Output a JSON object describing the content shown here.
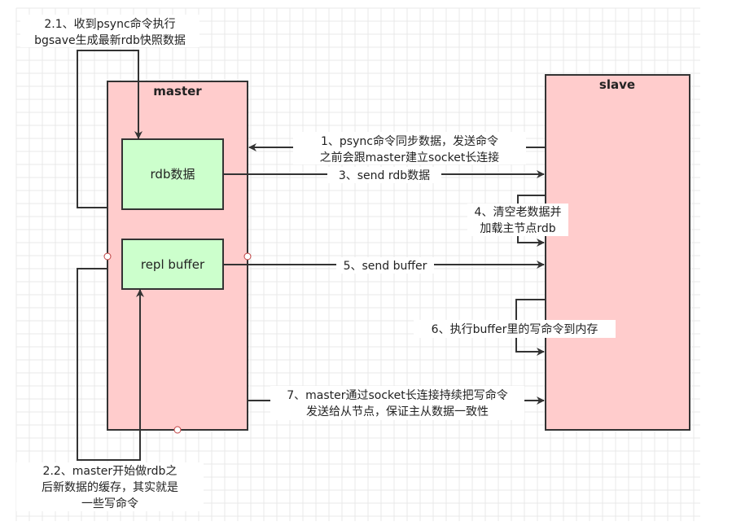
{
  "colors": {
    "background": "#ffffff",
    "grid": "#e8e8e8",
    "node_fill": "#ffcccc",
    "inner_fill": "#ccffcc",
    "stroke": "#333333"
  },
  "master": {
    "title": "master"
  },
  "slave": {
    "title": "slave"
  },
  "rdb_box": {
    "label": "rdb数据"
  },
  "repl_buffer_box": {
    "label": "repl buffer"
  },
  "steps": {
    "step1": [
      "1、psync命令同步数据，发送命令",
      "之前会跟master建立socket长连接"
    ],
    "step2_1": [
      "2.1、收到psync命令执行",
      "bgsave生成最新rdb快照数据"
    ],
    "step2_2": [
      "2.2、master开始做rdb之",
      "后新数据的缓存，其实就是",
      "一些写命令"
    ],
    "step3": "3、send rdb数据",
    "step4": [
      "4、清空老数据并",
      "加载主节点rdb"
    ],
    "step5": "5、send buffer",
    "step6": "6、执行buffer里的写命令到内存",
    "step7": [
      "7、master通过socket长连接持续把写命令",
      "发送给从节点，保证主从数据一致性"
    ]
  }
}
